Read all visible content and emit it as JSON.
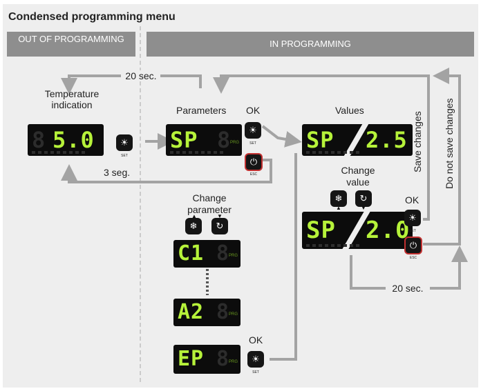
{
  "title": "Condensed programming menu",
  "sections": {
    "out": "OUT OF PROGRAMMING",
    "in": "IN PROGRAMMING"
  },
  "labels": {
    "timeout_top": "20 sec.",
    "timeout_bottom": "20 sec.",
    "temperature": "Temperature indication",
    "parameters": "Parameters",
    "ok1": "OK",
    "values": "Values",
    "hold": "3 seg.",
    "change_parameter": "Change parameter",
    "change_value": "Change value",
    "ok2": "OK",
    "ok3": "OK",
    "save": "Save changes",
    "nosave": "Do not save changes"
  },
  "displays": {
    "temp": "5.0",
    "param": "SP",
    "value_param": "SP",
    "value": "2.5",
    "edit_param": "SP",
    "edit_value": "2.0",
    "list_1": "C1",
    "list_2": "A2",
    "list_3": "EP"
  },
  "prg_text": "PRG",
  "buttons": {
    "set": "SET",
    "esc": "ESC"
  },
  "icons": {
    "set": "lightbulb-set-icon",
    "esc": "power-esc-icon",
    "up": "snowflake-up-icon",
    "down": "cycle-down-icon"
  },
  "colors": {
    "segment": "#b6f23a",
    "band": "#8e8e8e",
    "arrow": "#a3a3a3",
    "esc_border": "#c23030"
  }
}
